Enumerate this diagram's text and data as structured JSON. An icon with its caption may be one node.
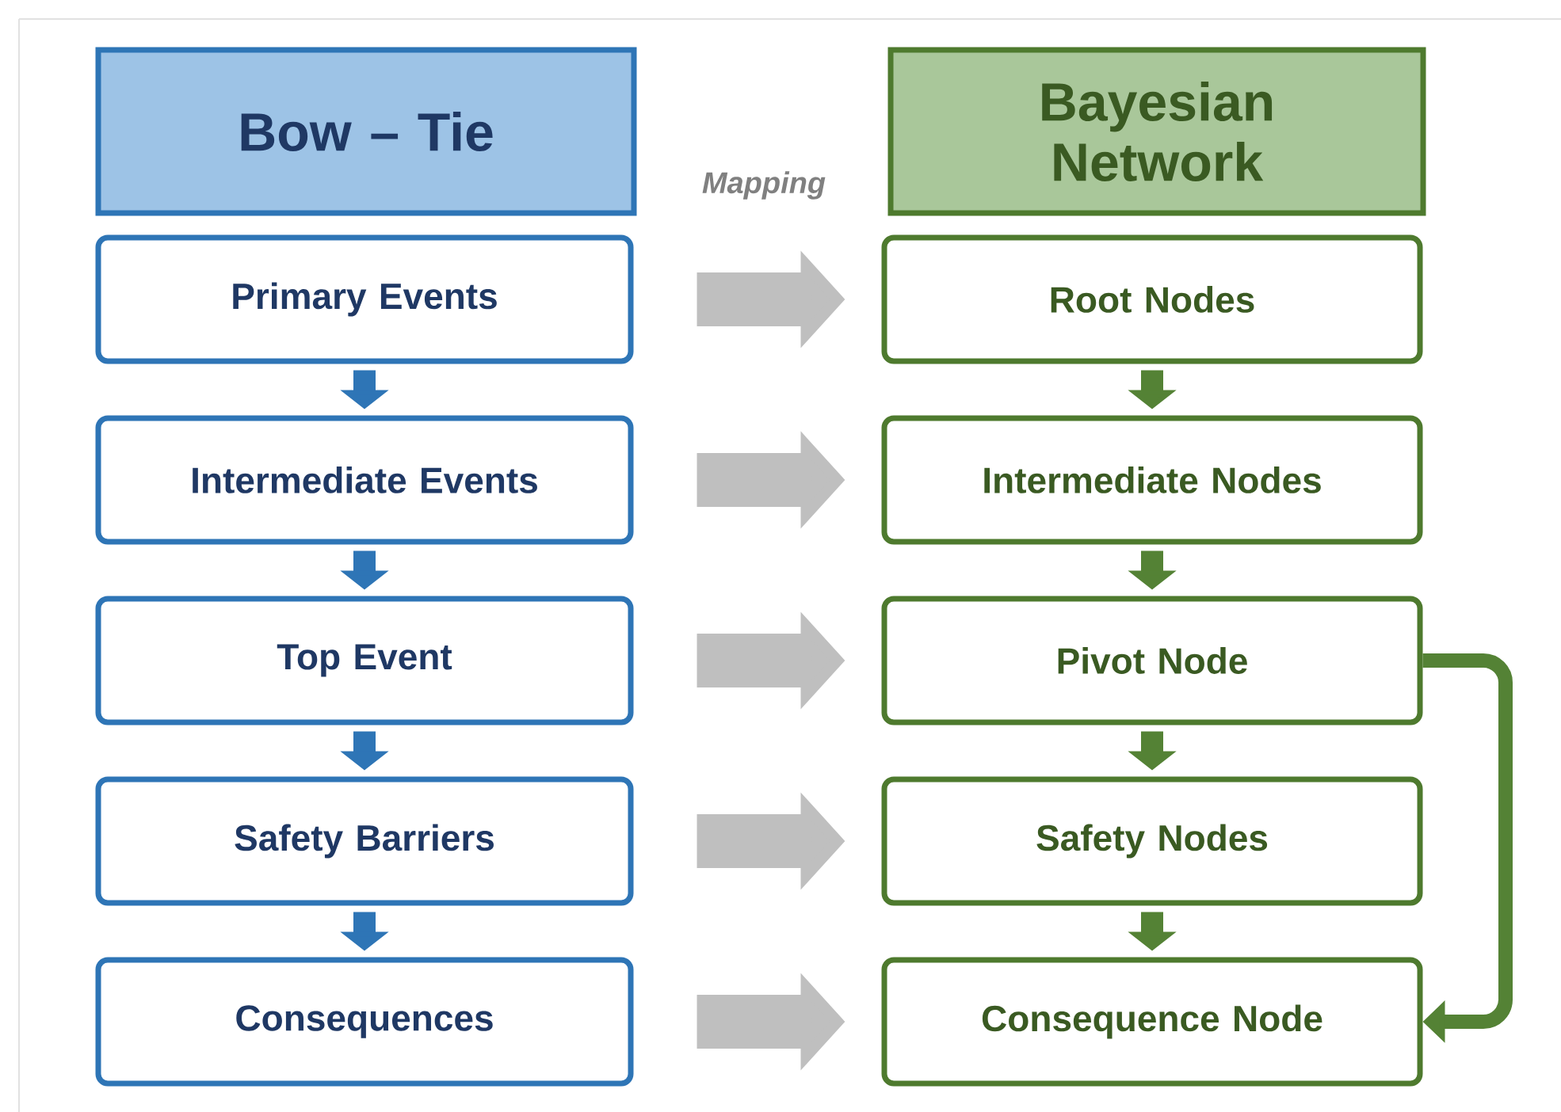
{
  "diagram": {
    "nodes": [
      {
        "text": [
          "Bow – Tie"
        ]
      },
      {
        "text": [
          "Bayesian Network"
        ]
      },
      {
        "text": [
          "Primary Events"
        ]
      },
      {
        "text": [
          "Root Nodes"
        ]
      },
      {
        "text": [
          "Intermediate Events"
        ]
      },
      {
        "text": [
          "Intermediate Nodes"
        ]
      },
      {
        "text": [
          "Top Event"
        ]
      },
      {
        "text": [
          "Pivot Node"
        ]
      },
      {
        "text": [
          "Safety Barriers"
        ]
      },
      {
        "text": [
          "Safety Nodes"
        ]
      },
      {
        "text": [
          "Consequences"
        ]
      },
      {
        "text": [
          "Consequence Node"
        ]
      }
    ],
    "edges": [
      {
        "from": 2,
        "to": 4,
        "arrow": "to",
        "color": "#2e75b6"
      },
      {
        "from": 4,
        "to": 6,
        "arrow": "to",
        "color": "#2e75b6"
      },
      {
        "from": 6,
        "to": 8,
        "arrow": "to",
        "color": "#2e75b6"
      },
      {
        "from": 8,
        "to": 10,
        "arrow": "to",
        "color": "#2e75b6"
      },
      {
        "from": 3,
        "to": 5,
        "arrow": "to",
        "color": "#548235"
      },
      {
        "from": 5,
        "to": 7,
        "arrow": "to",
        "color": "#548235"
      },
      {
        "from": 7,
        "to": 9,
        "arrow": "to",
        "color": "#548235"
      },
      {
        "from": 9,
        "to": 11,
        "arrow": "to",
        "color": "#548235"
      },
      {
        "from": 7,
        "to": 11,
        "arrow": "to",
        "color": "#548235"
      },
      {
        "from": 2,
        "to": 3,
        "arrow": "to",
        "color": "#bfbfbf",
        "style": "thick"
      },
      {
        "from": 4,
        "to": 5,
        "arrow": "to",
        "color": "#bfbfbf",
        "style": "thick"
      },
      {
        "from": 6,
        "to": 7,
        "arrow": "to",
        "color": "#bfbfbf",
        "style": "thick"
      },
      {
        "from": 8,
        "to": 9,
        "arrow": "to",
        "color": "#bfbfbf",
        "style": "thick"
      },
      {
        "from": 10,
        "to": 11,
        "arrow": "to",
        "color": "#bfbfbf",
        "style": "thick"
      }
    ],
    "labels": [
      "Mapping"
    ]
  }
}
